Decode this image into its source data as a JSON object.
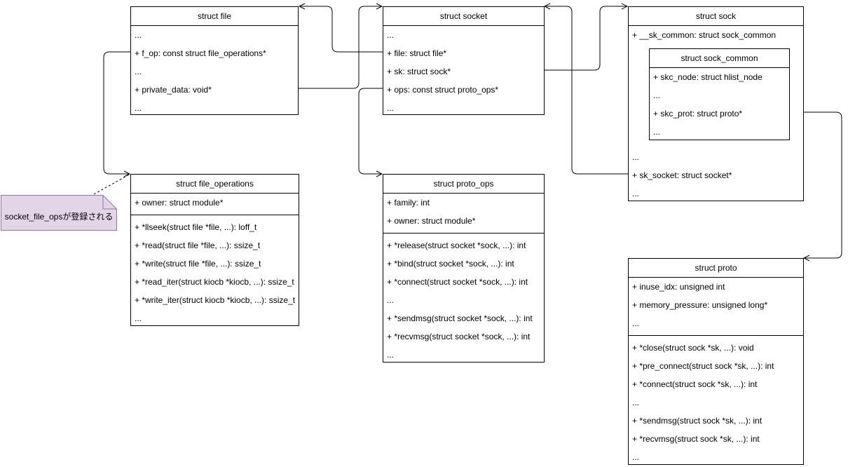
{
  "classes": {
    "file": {
      "title": "struct file",
      "rows": [
        "...",
        "+ f_op: const struct file_operations*",
        "...",
        "+ private_data: void*",
        "..."
      ]
    },
    "socket": {
      "title": "struct socket",
      "rows": [
        "...",
        "+ file: struct file*",
        "+ sk: struct sock*",
        "+ ops: const struct proto_ops*",
        "..."
      ]
    },
    "sock": {
      "title": "struct sock",
      "rows_top": [
        "+ __sk_common: struct sock_common"
      ],
      "rows_bottom": [
        "...",
        "+ sk_socket: struct socket*",
        "..."
      ]
    },
    "sock_common": {
      "title": "struct sock_common",
      "rows": [
        "+ skc_node: struct hlist_node",
        "...",
        "+ skc_prot: struct proto*",
        "..."
      ]
    },
    "file_operations": {
      "title": "struct file_operations",
      "fields": [
        "+ owner: struct module*"
      ],
      "methods": [
        "+ *llseek(struct file *file, ...): loff_t",
        "+ *read(struct file *file, ...): ssize_t",
        "+ *write(struct file *file, ...): ssize_t",
        "+ *read_iter(struct kiocb *kiocb, ...): ssize_t",
        "+ *write_iter(struct kiocb *kiocb, ...): ssize_t",
        "..."
      ]
    },
    "proto_ops": {
      "title": "struct proto_ops",
      "fields": [
        "+ family: int",
        "+ owner: struct module*"
      ],
      "methods": [
        "+ *release(struct socket *sock, ...): int",
        "+ *bind(struct socket *sock, ...): int",
        "+ *connect(struct socket *sock, ...): int",
        "...",
        "+ *sendmsg(struct socket *sock, ...): int",
        "+ *recvmsg(struct socket *sock, ...): int",
        "..."
      ]
    },
    "proto": {
      "title": "struct proto",
      "fields": [
        "+ inuse_idx: unsigned int",
        "+ memory_pressure: unsigned long*",
        "..."
      ],
      "methods": [
        "+ *close(struct sock *sk, ...): void",
        "+ *pre_connect(struct sock *sk, ...): int",
        "+ *connect(struct sock *sk, ...): int",
        "...",
        "+ *sendmsg(struct sock *sk, ...): int",
        "+ *recvmsg(struct sock *sk, ...): int",
        "..."
      ]
    }
  },
  "note": {
    "text": "socket_file_opsが登録される",
    "fill": "#e1d5e7",
    "stroke": "#9673a6"
  }
}
